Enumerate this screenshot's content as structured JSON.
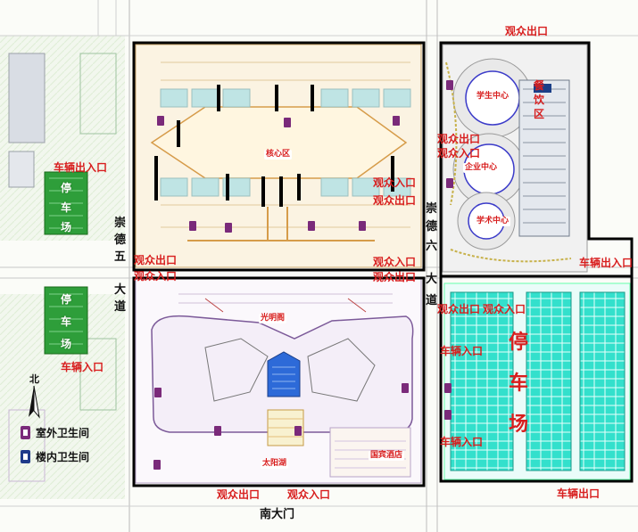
{
  "labels": {
    "audience_exit": "观众出口",
    "audience_entry": "观众入口",
    "vehicle_entry_exit": "车辆出入口",
    "vehicle_entry": "车辆入口",
    "vehicle_exit": "车辆出口",
    "parking": "停车场",
    "parking_chars": [
      "停",
      "车",
      "场"
    ]
  },
  "roads": {
    "chongde_5": [
      "崇",
      "德",
      "五",
      "大",
      "道"
    ],
    "chongde_6": [
      "崇",
      "德",
      "六",
      "大",
      "道"
    ],
    "south_gate": "南大门"
  },
  "places": {
    "core_zone": "核心区",
    "guangming_ge": "光明阁",
    "taiyang_hu": "太阳湖",
    "guobin_hotel": "国宾酒店",
    "student_center": "学生中心",
    "enterprise_center": "企业中心",
    "academic_center": "学术中心",
    "dining_area": [
      "餐",
      "饮",
      "区"
    ]
  },
  "legend": {
    "outdoor_restroom": "室外卫生间",
    "indoor_restroom": "楼内卫生间",
    "north": "北"
  },
  "colors": {
    "label_red": "#d81e1e",
    "parking_green": "#2e9e3a",
    "parking_cyan": "#33e0cc",
    "outdoor_wc": "#7a2a7a",
    "indoor_wc": "#1f3a8a",
    "boundary": "#000000"
  },
  "icons": [
    "outdoor-restroom-icon",
    "indoor-restroom-icon",
    "north-arrow-icon"
  ]
}
